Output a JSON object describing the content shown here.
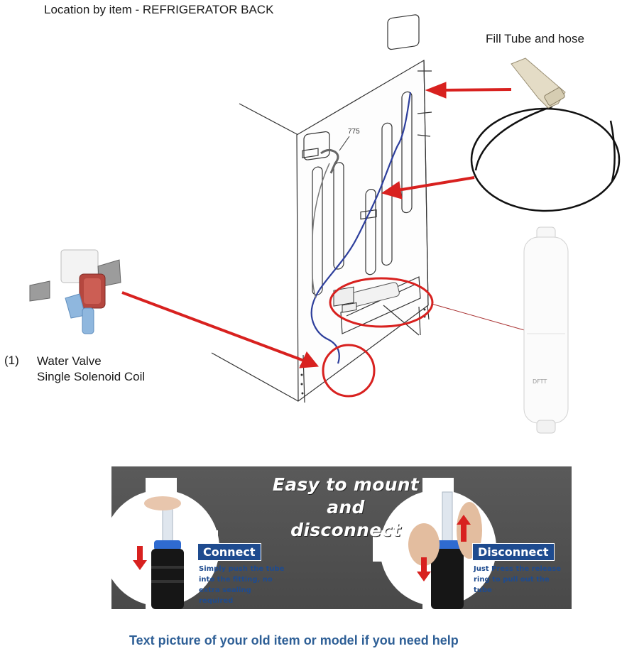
{
  "header": {
    "title": "Location by item  - REFRIGERATOR BACK"
  },
  "labels": {
    "fill_tube": "Fill Tube and hose",
    "valve_number": "(1)",
    "valve_line1": "Water Valve",
    "valve_line2": "Single Solenoid Coil",
    "part_number": "775",
    "filter_brand": "DFTT"
  },
  "banner": {
    "headline_line1": "Easy to mount and",
    "headline_line2": "disconnect",
    "connect_title": "Connect",
    "connect_desc": "Simply push the tube into the fitting, no extra sealing required",
    "disconnect_title": "Disconnect",
    "disconnect_desc": "Just Press the release ring to pull out the tube"
  },
  "footer": {
    "text": "Text picture of your old item or model if you need help"
  },
  "colors": {
    "arrow_red": "#d8211f",
    "tube_blue": "#2e3f9c",
    "footer_blue": "#2e5f96",
    "banner_blue": "#1e4b8f"
  }
}
